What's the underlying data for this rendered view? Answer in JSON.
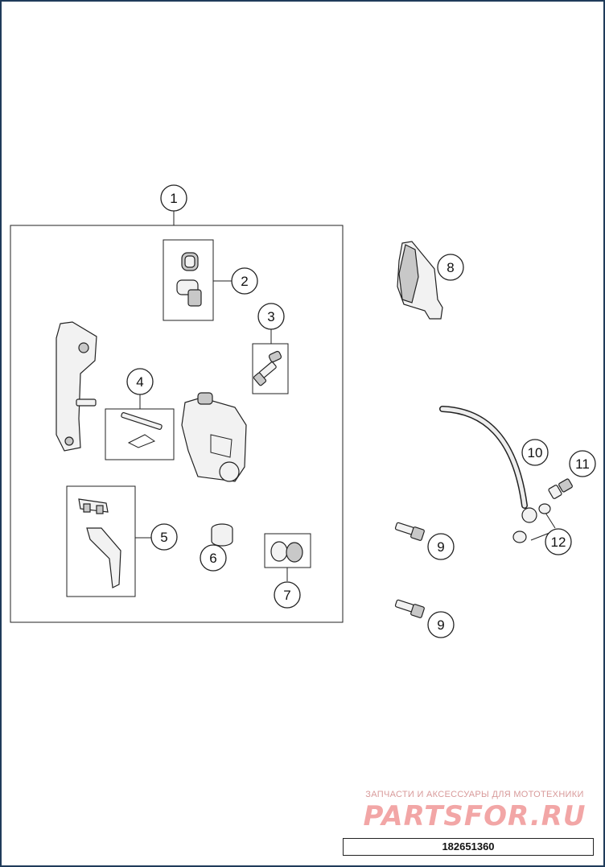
{
  "callouts": [
    "1",
    "2",
    "3",
    "4",
    "5",
    "6",
    "7",
    "8",
    "9",
    "9",
    "10",
    "11",
    "12"
  ],
  "watermark": {
    "tagline": "ЗАПЧАСТИ И АКСЕССУАРЫ ДЛЯ МОТОТЕХНИКИ",
    "logo": "PARTSFOR.RU"
  },
  "part_number": "182651360",
  "colors": {
    "line": "#222222",
    "watermark": "#f2a6a6",
    "frame": "#1f3b5a"
  }
}
